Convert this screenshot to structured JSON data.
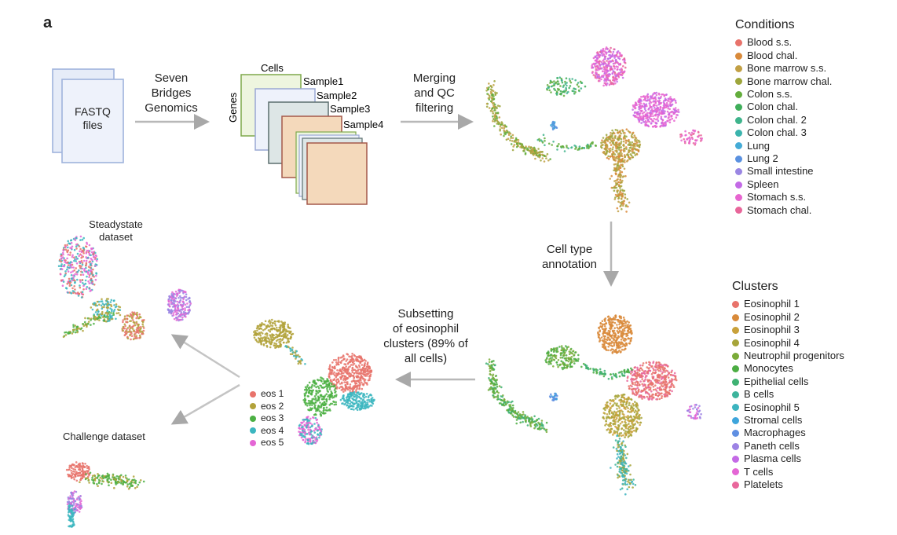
{
  "panel_label": "a",
  "fastq": {
    "line1": "FASTQ",
    "line2": "files"
  },
  "step1": {
    "l1": "Seven",
    "l2": "Bridges",
    "l3": "Genomics"
  },
  "matrix": {
    "cells": "Cells",
    "genes": "Genes",
    "samples": [
      "Sample1",
      "Sample2",
      "Sample3",
      "Sample4"
    ]
  },
  "step2": {
    "l1": "Merging",
    "l2": "and QC",
    "l3": "filtering"
  },
  "step3": {
    "l1": "Cell type",
    "l2": "annotation"
  },
  "step4": {
    "l1": "Subsetting",
    "l2": "of eosinophil",
    "l3": "clusters (89% of",
    "l4": "all cells)"
  },
  "conditions": {
    "title": "Conditions",
    "items": [
      {
        "label": "Blood s.s.",
        "color": "#e8736b"
      },
      {
        "label": "Blood chal.",
        "color": "#d98a3a"
      },
      {
        "label": "Bone marrow s.s.",
        "color": "#c2a045"
      },
      {
        "label": "Bone marrow chal.",
        "color": "#9ea63c"
      },
      {
        "label": "Colon s.s.",
        "color": "#63ad3c"
      },
      {
        "label": "Colon chal.",
        "color": "#3fae5a"
      },
      {
        "label": "Colon chal. 2",
        "color": "#3fb48c"
      },
      {
        "label": "Colon chal. 3",
        "color": "#3bb4ad"
      },
      {
        "label": "Lung",
        "color": "#44abd6"
      },
      {
        "label": "Lung 2",
        "color": "#5a91e0"
      },
      {
        "label": "Small intestine",
        "color": "#9a86e3"
      },
      {
        "label": "Spleen",
        "color": "#c36ae6"
      },
      {
        "label": "Stomach s.s.",
        "color": "#e765d0"
      },
      {
        "label": "Stomach chal.",
        "color": "#e8669a"
      }
    ]
  },
  "clusters": {
    "title": "Clusters",
    "items": [
      {
        "label": "Eosinophil 1",
        "color": "#e8736b"
      },
      {
        "label": "Eosinophil 2",
        "color": "#d98a3a"
      },
      {
        "label": "Eosinophil 3",
        "color": "#c9a13a"
      },
      {
        "label": "Eosinophil 4",
        "color": "#a7a53a"
      },
      {
        "label": "Neutrophil progenitors",
        "color": "#7aab38"
      },
      {
        "label": "Monocytes",
        "color": "#4cad43"
      },
      {
        "label": "Epithelial cells",
        "color": "#3fb273"
      },
      {
        "label": "B cells",
        "color": "#3db49c"
      },
      {
        "label": "Eosinophil 5",
        "color": "#3cb4bf"
      },
      {
        "label": "Stromal cells",
        "color": "#3ea5dc"
      },
      {
        "label": "Macrophages",
        "color": "#5f8fe2"
      },
      {
        "label": "Paneth cells",
        "color": "#9d83e4"
      },
      {
        "label": "Plasma cells",
        "color": "#c46ae6"
      },
      {
        "label": "T cells",
        "color": "#e466d5"
      },
      {
        "label": "Platelets",
        "color": "#e9679c"
      }
    ]
  },
  "eos": {
    "items": [
      {
        "label": "eos 1",
        "color": "#e8736b"
      },
      {
        "label": "eos 2",
        "color": "#b2a23a"
      },
      {
        "label": "eos 3",
        "color": "#4cb043"
      },
      {
        "label": "eos 4",
        "color": "#3cb6c0"
      },
      {
        "label": "eos 5",
        "color": "#e466d5"
      }
    ]
  },
  "steady_title": {
    "l1": "Steadystate",
    "l2": "dataset"
  },
  "challenge_title": "Challenge dataset"
}
